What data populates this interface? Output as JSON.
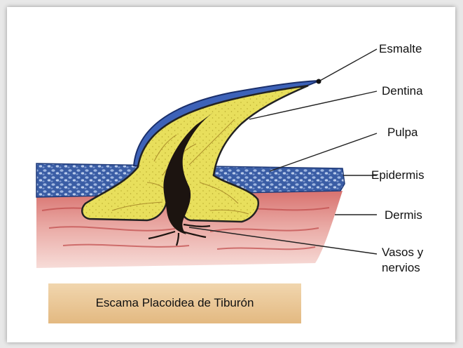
{
  "labels": {
    "enamel": "Esmalte",
    "dentin": "Dentina",
    "pulp": "Pulpa",
    "epidermis": "Epidermis",
    "dermis": "Dermis",
    "vessels_line1": "Vasos y",
    "vessels_line2": "nervios"
  },
  "caption": "Escama Placoidea de Tiburón",
  "colors": {
    "epidermis": "#2f4f93",
    "dermis": "#d98a88",
    "dentin": "#e6de5a",
    "enamel": "#3d62b8",
    "pulp": "#1c1410",
    "caption_bg": "#e8c08e"
  },
  "icons": [
    "pointer-line"
  ]
}
